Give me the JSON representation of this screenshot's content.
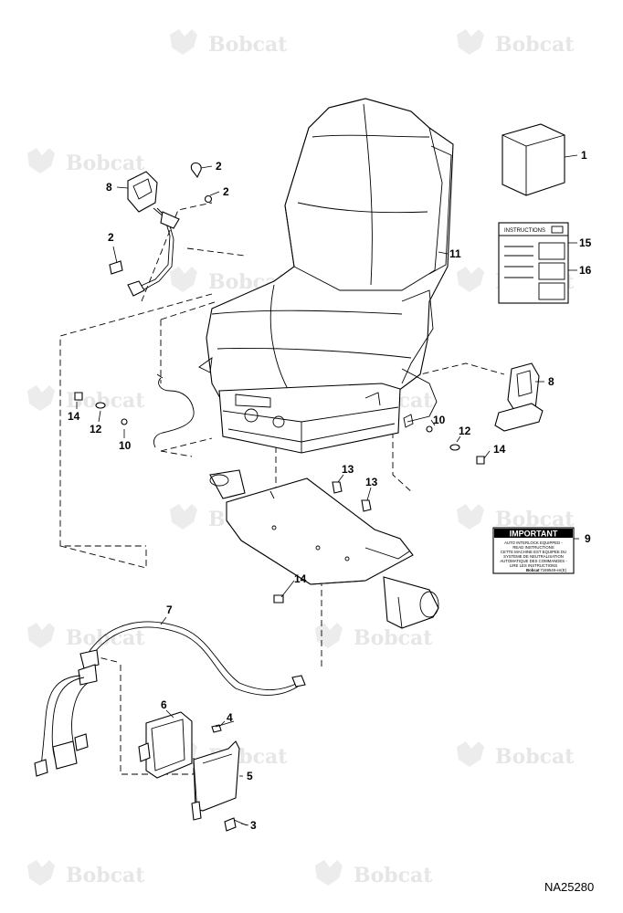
{
  "watermark": {
    "text": "Bobcat"
  },
  "drawing_ref": "NA25280",
  "callouts": [
    {
      "id": "c1",
      "label": "1"
    },
    {
      "id": "c2a",
      "label": "2"
    },
    {
      "id": "c2b",
      "label": "2"
    },
    {
      "id": "c2c",
      "label": "2"
    },
    {
      "id": "c3",
      "label": "3"
    },
    {
      "id": "c4",
      "label": "4"
    },
    {
      "id": "c5",
      "label": "5"
    },
    {
      "id": "c6",
      "label": "6"
    },
    {
      "id": "c7",
      "label": "7"
    },
    {
      "id": "c8a",
      "label": "8"
    },
    {
      "id": "c8b",
      "label": "8"
    },
    {
      "id": "c9",
      "label": "9"
    },
    {
      "id": "c10a",
      "label": "10"
    },
    {
      "id": "c10b",
      "label": "10"
    },
    {
      "id": "c11",
      "label": "11"
    },
    {
      "id": "c12a",
      "label": "12"
    },
    {
      "id": "c12b",
      "label": "12"
    },
    {
      "id": "c13a",
      "label": "13"
    },
    {
      "id": "c13b",
      "label": "13"
    },
    {
      "id": "c14a",
      "label": "14"
    },
    {
      "id": "c14b",
      "label": "14"
    },
    {
      "id": "c14c",
      "label": "14"
    },
    {
      "id": "c15",
      "label": "15"
    },
    {
      "id": "c16",
      "label": "16"
    }
  ],
  "manual": {
    "title": "INSTRUCTIONS"
  },
  "decal": {
    "title": "IMPORTANT",
    "lines": [
      "AUTO INTERLOCK EQUIPPED -",
      "READ INSTRUCTIONS",
      "CETTE MACHINE EST EQUIPEE DU",
      "SYSTEME DE NEUTRALISATION",
      "AUTOMATIQUE DES COMMANDES -",
      "LIRE LES INSTRUCTIONS"
    ],
    "part_no": "7169549-en(E)",
    "brand": "Bobcat"
  }
}
